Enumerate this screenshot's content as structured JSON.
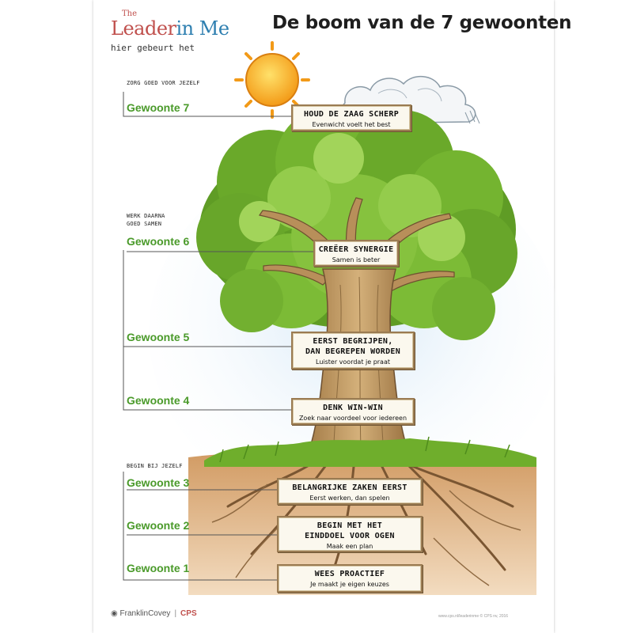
{
  "brand": {
    "the": "The",
    "leader": "Leader",
    "in_me": "in Me",
    "tagline": "hier gebeurt het"
  },
  "title": "De boom van de 7 gewoonten",
  "categories": {
    "cat1": "ZORG GOED VOOR JEZELF",
    "cat2_line1": "WERK DAARNA",
    "cat2_line2": "GOED SAMEN",
    "cat3": "BEGIN BIJ JEZELF"
  },
  "habits": [
    {
      "label": "Gewoonte 7",
      "sign_title": "HOUD DE ZAAG SCHERP",
      "sign_sub": "Evenwicht voelt het best"
    },
    {
      "label": "Gewoonte 6",
      "sign_title": "CREËER SYNERGIE",
      "sign_sub": "Samen is beter"
    },
    {
      "label": "Gewoonte 5",
      "sign_title_1": "EERST BEGRIJPEN,",
      "sign_title_2": "DAN BEGREPEN WORDEN",
      "sign_sub": "Luister voordat je praat"
    },
    {
      "label": "Gewoonte 4",
      "sign_title": "DENK WIN-WIN",
      "sign_sub": "Zoek naar voordeel voor iedereen"
    },
    {
      "label": "Gewoonte 3",
      "sign_title": "BELANGRIJKE ZAKEN EERST",
      "sign_sub": "Eerst werken, dan spelen"
    },
    {
      "label": "Gewoonte 2",
      "sign_title_1": "BEGIN MET HET",
      "sign_title_2": "EINDDOEL VOOR OGEN",
      "sign_sub": "Maak een plan"
    },
    {
      "label": "Gewoonte 1",
      "sign_title": "WEES PROACTIEF",
      "sign_sub": "Je maakt je eigen keuzes"
    }
  ],
  "footer": {
    "franklin": "FranklinCovey",
    "cps": "CPS",
    "copyright": "www.cps.nl/leaderinme © CPS nv, 2016"
  },
  "colors": {
    "habit_green": "#4a9a2a",
    "brand_red": "#c0504d",
    "brand_blue": "#2e7fb0",
    "foliage": "#78b832",
    "trunk": "#c9a36a",
    "soil": "#d9a771",
    "sun": "#f6a21e"
  },
  "icons": [
    "sun-icon",
    "cloud-icon",
    "tree-illustration",
    "franklincovey-logo-icon"
  ]
}
